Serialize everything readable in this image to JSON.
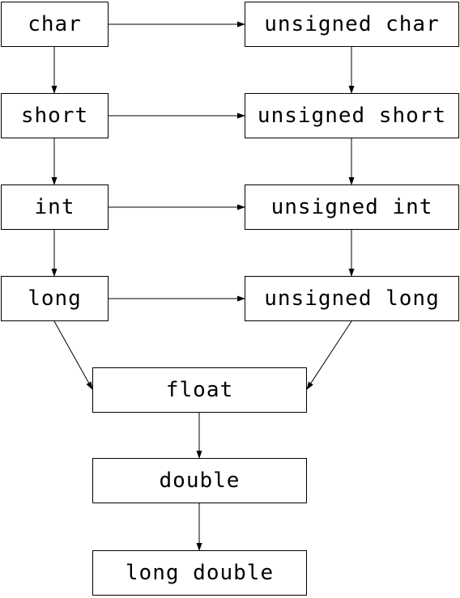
{
  "diagram": {
    "nodes": {
      "char": "char",
      "short": "short",
      "int": "int",
      "long": "long",
      "unsigned_char": "unsigned char",
      "unsigned_short": "unsigned short",
      "unsigned_int": "unsigned int",
      "unsigned_long": "unsigned long",
      "float": "float",
      "double": "double",
      "long_double": "long double"
    },
    "edges": [
      {
        "from": "char",
        "to": "unsigned char"
      },
      {
        "from": "char",
        "to": "short"
      },
      {
        "from": "unsigned char",
        "to": "unsigned short"
      },
      {
        "from": "short",
        "to": "unsigned short"
      },
      {
        "from": "short",
        "to": "int"
      },
      {
        "from": "unsigned short",
        "to": "unsigned int"
      },
      {
        "from": "int",
        "to": "unsigned int"
      },
      {
        "from": "int",
        "to": "long"
      },
      {
        "from": "unsigned int",
        "to": "unsigned long"
      },
      {
        "from": "long",
        "to": "unsigned long"
      },
      {
        "from": "long",
        "to": "float"
      },
      {
        "from": "unsigned long",
        "to": "float"
      },
      {
        "from": "float",
        "to": "double"
      },
      {
        "from": "double",
        "to": "long double"
      }
    ],
    "colors": {
      "stroke": "#000000",
      "background": "#ffffff",
      "text": "#000000"
    }
  }
}
